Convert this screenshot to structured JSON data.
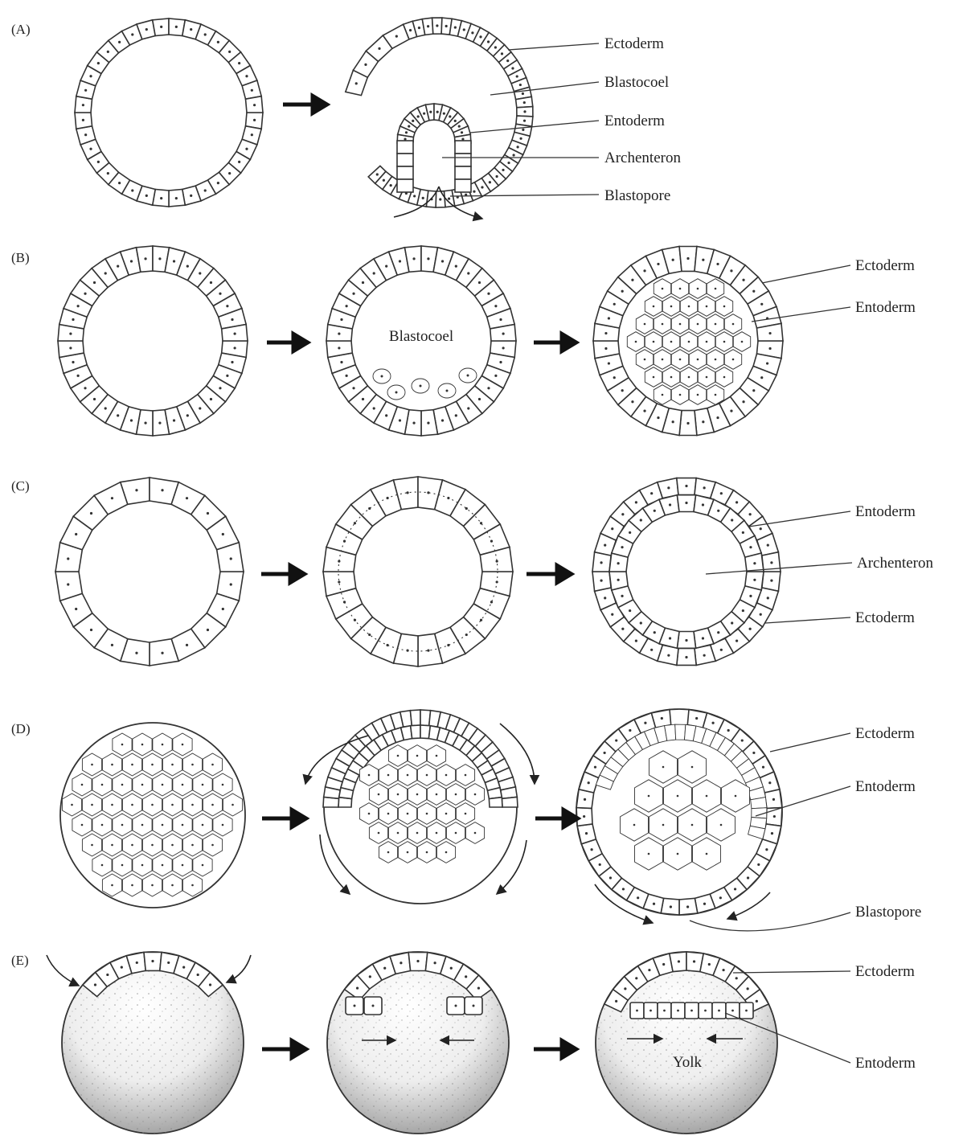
{
  "rows": [
    {
      "caption": "(A)",
      "labels": [
        "Ectoderm",
        "Blastocoel",
        "Entoderm",
        "Archenteron",
        "Blastopore"
      ]
    },
    {
      "caption": "(B)",
      "labels": [
        "Ectoderm",
        "Entoderm"
      ],
      "inner_label": "Blastocoel"
    },
    {
      "caption": "(C)",
      "labels": [
        "Entoderm",
        "Archenteron",
        "Ectoderm"
      ]
    },
    {
      "caption": "(D)",
      "labels": [
        "Ectoderm",
        "Entoderm",
        "Blastopore"
      ]
    },
    {
      "caption": "(E)",
      "labels": [
        "Ectoderm",
        "Entoderm"
      ],
      "inner_label": "Yolk"
    }
  ],
  "icons": {
    "stage_arrow": "right-arrow-icon",
    "movement_arrow": "curved-arrow-icon"
  }
}
